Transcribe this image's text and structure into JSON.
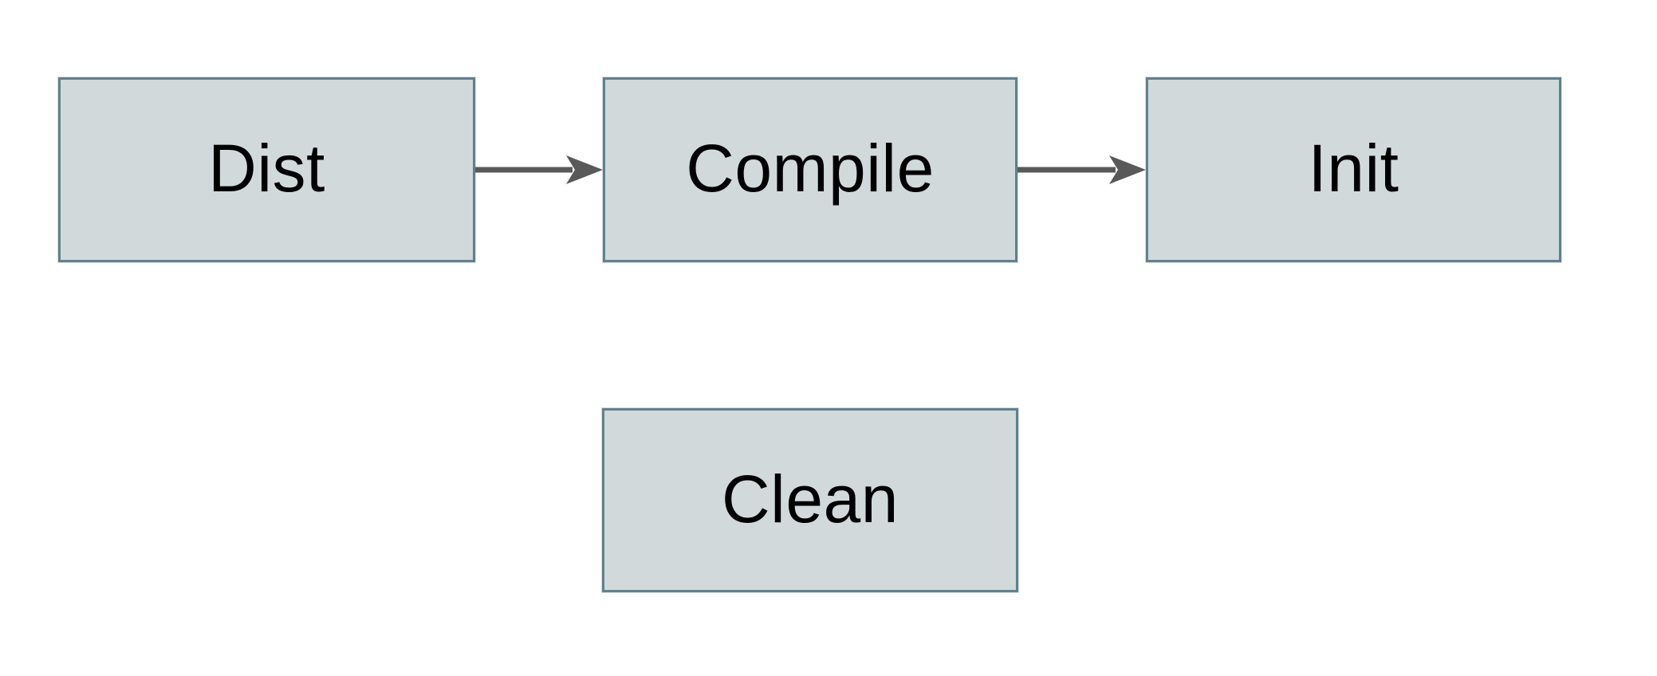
{
  "diagram": {
    "type": "flowchart",
    "background_color": "#ffffff",
    "nodes": [
      {
        "id": "dist",
        "label": "Dist"
      },
      {
        "id": "compile",
        "label": "Compile"
      },
      {
        "id": "init",
        "label": "Init"
      },
      {
        "id": "clean",
        "label": "Clean"
      }
    ],
    "edges": [
      {
        "from": "dist",
        "to": "compile",
        "style": "arrow-right"
      },
      {
        "from": "compile",
        "to": "init",
        "style": "arrow-right"
      }
    ],
    "colors": {
      "node_fill": "#d2d9da",
      "node_border": "#62808d",
      "arrow": "#595959",
      "text": "#000000"
    }
  }
}
